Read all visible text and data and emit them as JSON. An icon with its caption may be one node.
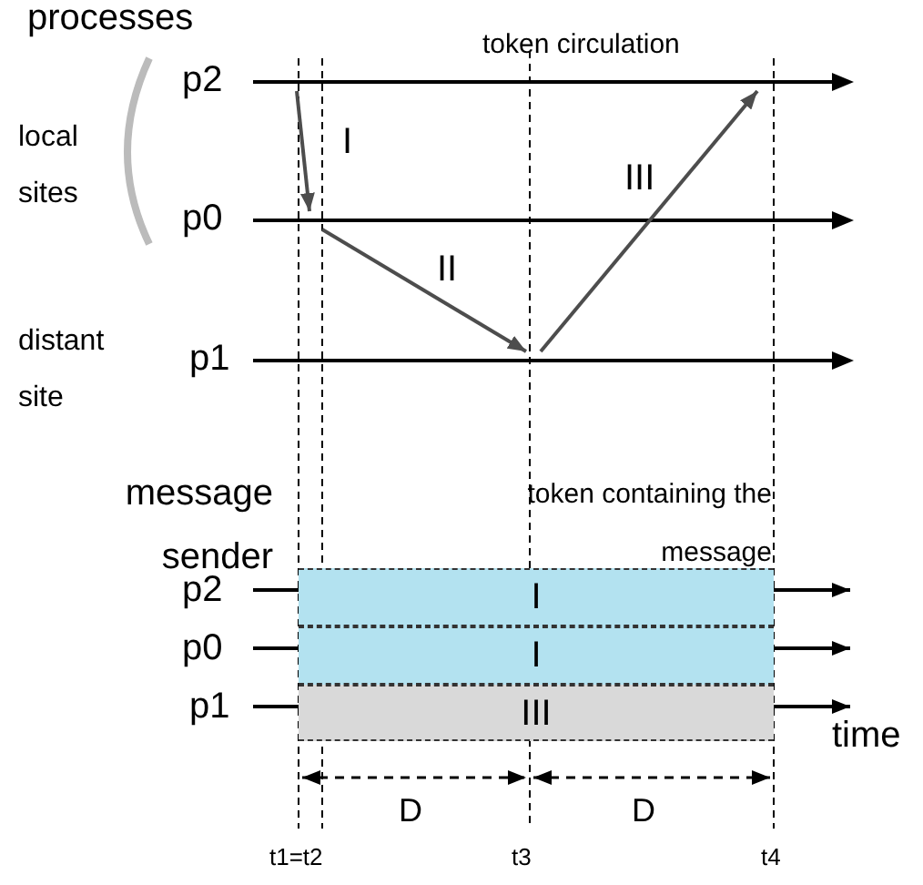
{
  "diagram": {
    "nodes": [
      {
        "text": [],
        "shape": "line",
        "beside": [
          "p2"
        ]
      },
      {
        "text": [],
        "shape": "line",
        "beside": [
          "p0"
        ]
      },
      {
        "text": [],
        "shape": "line",
        "beside": [
          "p1"
        ]
      },
      {
        "text": [
          "I"
        ]
      },
      {
        "text": [
          "I"
        ]
      },
      {
        "text": [
          "III"
        ]
      }
    ],
    "edges": [
      {
        "from": 0,
        "to": 1,
        "arrow": "to",
        "label": "I"
      },
      {
        "from": 1,
        "to": 2,
        "arrow": "to",
        "label": "II"
      },
      {
        "from": 2,
        "to": 0,
        "arrow": "to",
        "label": "III"
      }
    ],
    "labels": [
      "processes",
      "token circulation",
      "local sites",
      "distant site",
      "message sender",
      "token containing the message",
      "p2",
      "p0",
      "p1",
      "time",
      "D",
      "D",
      "t1=t2",
      "t3",
      "t4"
    ]
  }
}
